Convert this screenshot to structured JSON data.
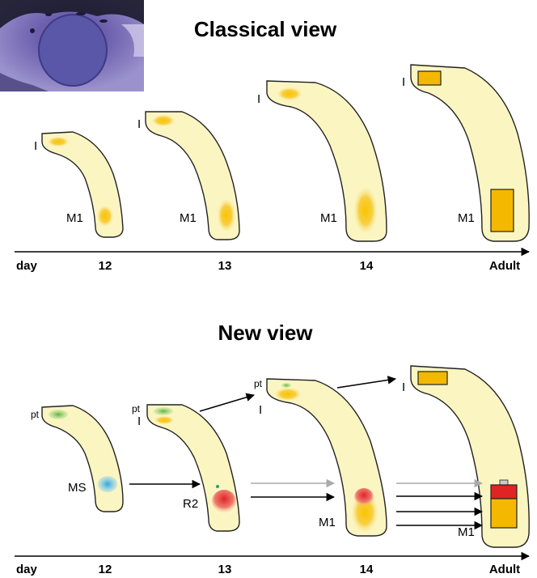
{
  "photo": {
    "description_icon": "embryo-section-photo"
  },
  "classical": {
    "title": "Classical view",
    "labels": {
      "incisor": "I",
      "molar": "M1"
    },
    "axis": {
      "day": "day",
      "ticks": [
        "12",
        "13",
        "14",
        "Adult"
      ]
    }
  },
  "newview": {
    "title": "New view",
    "labels": {
      "pt": "pt",
      "incisor": "I",
      "ms": "MS",
      "r2": "R2",
      "m1": "M1"
    },
    "axis": {
      "day": "day",
      "ticks": [
        "12",
        "13",
        "14",
        "Adult"
      ]
    }
  },
  "colors": {
    "jaw_fill": "#fbf5c2",
    "yellow": "#f5b800",
    "green": "#66bb44",
    "blue": "#3aaee0",
    "red": "#e23a3a",
    "grey_arrow": "#aaaaaa"
  }
}
